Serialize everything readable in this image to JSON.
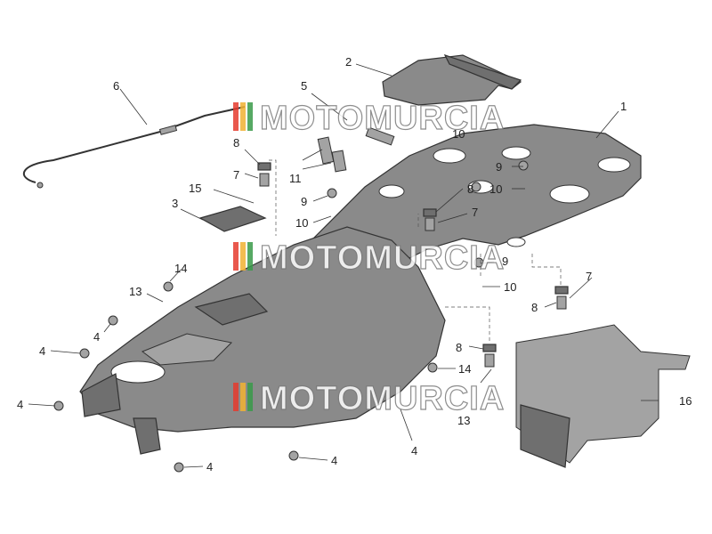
{
  "watermark": {
    "text": "MOTOMURCIA",
    "stripe_colors": [
      "#e63b2e",
      "#f2b233",
      "#3a9b4a"
    ]
  },
  "callouts": [
    {
      "id": "c1",
      "label": "1"
    },
    {
      "id": "c2",
      "label": "2"
    },
    {
      "id": "c3",
      "label": "3"
    },
    {
      "id": "c4a",
      "label": "4"
    },
    {
      "id": "c4b",
      "label": "4"
    },
    {
      "id": "c4c",
      "label": "4"
    },
    {
      "id": "c4d",
      "label": "4"
    },
    {
      "id": "c4e",
      "label": "4"
    },
    {
      "id": "c4f",
      "label": "4"
    },
    {
      "id": "c5",
      "label": "5"
    },
    {
      "id": "c6",
      "label": "6"
    },
    {
      "id": "c7a",
      "label": "7"
    },
    {
      "id": "c7b",
      "label": "7"
    },
    {
      "id": "c7c",
      "label": "7"
    },
    {
      "id": "c8a",
      "label": "8"
    },
    {
      "id": "c8b",
      "label": "8"
    },
    {
      "id": "c8c",
      "label": "8"
    },
    {
      "id": "c8d",
      "label": "8"
    },
    {
      "id": "c9a",
      "label": "9"
    },
    {
      "id": "c9b",
      "label": "9"
    },
    {
      "id": "c9c",
      "label": "9"
    },
    {
      "id": "c10a",
      "label": "10"
    },
    {
      "id": "c10b",
      "label": "10"
    },
    {
      "id": "c10c",
      "label": "10"
    },
    {
      "id": "c10d",
      "label": "10"
    },
    {
      "id": "c11",
      "label": "11"
    },
    {
      "id": "c13a",
      "label": "13"
    },
    {
      "id": "c13b",
      "label": "13"
    },
    {
      "id": "c14a",
      "label": "14"
    },
    {
      "id": "c14b",
      "label": "14"
    },
    {
      "id": "c15",
      "label": "15"
    },
    {
      "id": "c16",
      "label": "16"
    }
  ]
}
